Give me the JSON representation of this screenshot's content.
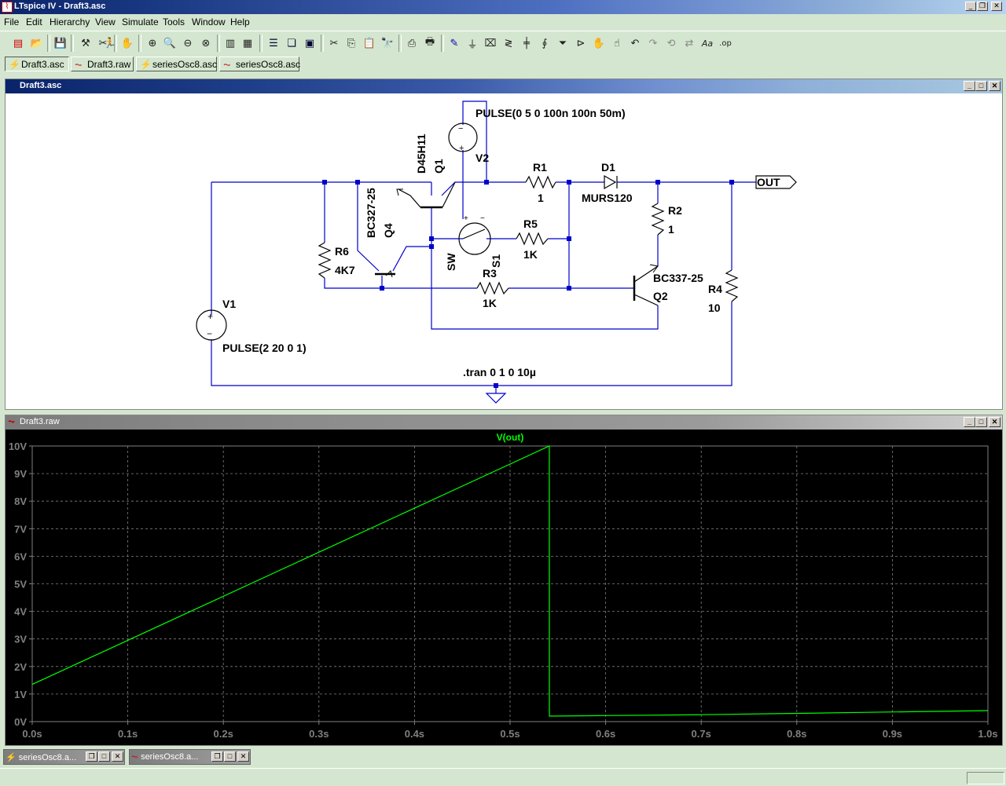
{
  "app": {
    "title": "LTspice IV - Draft3.asc"
  },
  "menu": [
    "File",
    "Edit",
    "Hierarchy",
    "View",
    "Simulate",
    "Tools",
    "Window",
    "Help"
  ],
  "doc_tabs": [
    {
      "label": "Draft3.asc",
      "icon": "schematic-icon"
    },
    {
      "label": "Draft3.raw",
      "icon": "waveform-icon"
    },
    {
      "label": "seriesOsc8.asc",
      "icon": "schematic-icon"
    },
    {
      "label": "seriesOsc8.asc",
      "icon": "waveform-icon"
    }
  ],
  "schematic": {
    "window_title": "Draft3.asc",
    "labels": {
      "v2_value": "PULSE(0 5 0 100n 100n 50m)",
      "q1_model": "D45H11",
      "q1_name": "Q1",
      "v2_name": "V2",
      "r1_name": "R1",
      "r1_value": "1",
      "d1_name": "D1",
      "d1_model": "MURS120",
      "out_label": "OUT",
      "q4_model": "BC327-25",
      "q4_name": "Q4",
      "r6_name": "R6",
      "r6_value": "4K7",
      "r5_name": "R5",
      "r5_value": "1K",
      "sw_label": "SW",
      "s1_name": "S1",
      "r2_name": "R2",
      "r2_value": "1",
      "r3_name": "R3",
      "r3_value": "1K",
      "q2_model": "BC337-25",
      "q2_name": "Q2",
      "r4_name": "R4",
      "r4_value": "10",
      "v1_name": "V1",
      "v1_value": "PULSE(2 20 0 1)",
      "tran": ".tran 0 1 0 10µ",
      "plus": "+",
      "minus": "−"
    }
  },
  "plot": {
    "window_title": "Draft3.raw"
  },
  "chart_data": {
    "type": "line",
    "title": "V(out)",
    "xlabel": "",
    "ylabel": "",
    "xlim": [
      0,
      1.0
    ],
    "ylim": [
      0,
      10
    ],
    "x_ticks": [
      "0.0s",
      "0.1s",
      "0.2s",
      "0.3s",
      "0.4s",
      "0.5s",
      "0.6s",
      "0.7s",
      "0.8s",
      "0.9s",
      "1.0s"
    ],
    "y_ticks": [
      "0V",
      "1V",
      "2V",
      "3V",
      "4V",
      "5V",
      "6V",
      "7V",
      "8V",
      "9V",
      "10V"
    ],
    "grid": true,
    "series": [
      {
        "name": "V(out)",
        "color": "#00ff00",
        "x": [
          0.0,
          0.541,
          0.5411,
          0.6,
          0.7,
          0.8,
          0.9,
          1.0
        ],
        "y": [
          1.35,
          10.0,
          0.2,
          0.22,
          0.25,
          0.3,
          0.35,
          0.4
        ]
      }
    ],
    "background": "#000000",
    "axis_color": "#808080",
    "grid_color": "#808080"
  },
  "minimized": [
    {
      "label": "seriesOsc8.a...",
      "icon": "schematic-icon"
    },
    {
      "label": "seriesOsc8.a...",
      "icon": "waveform-icon"
    }
  ]
}
